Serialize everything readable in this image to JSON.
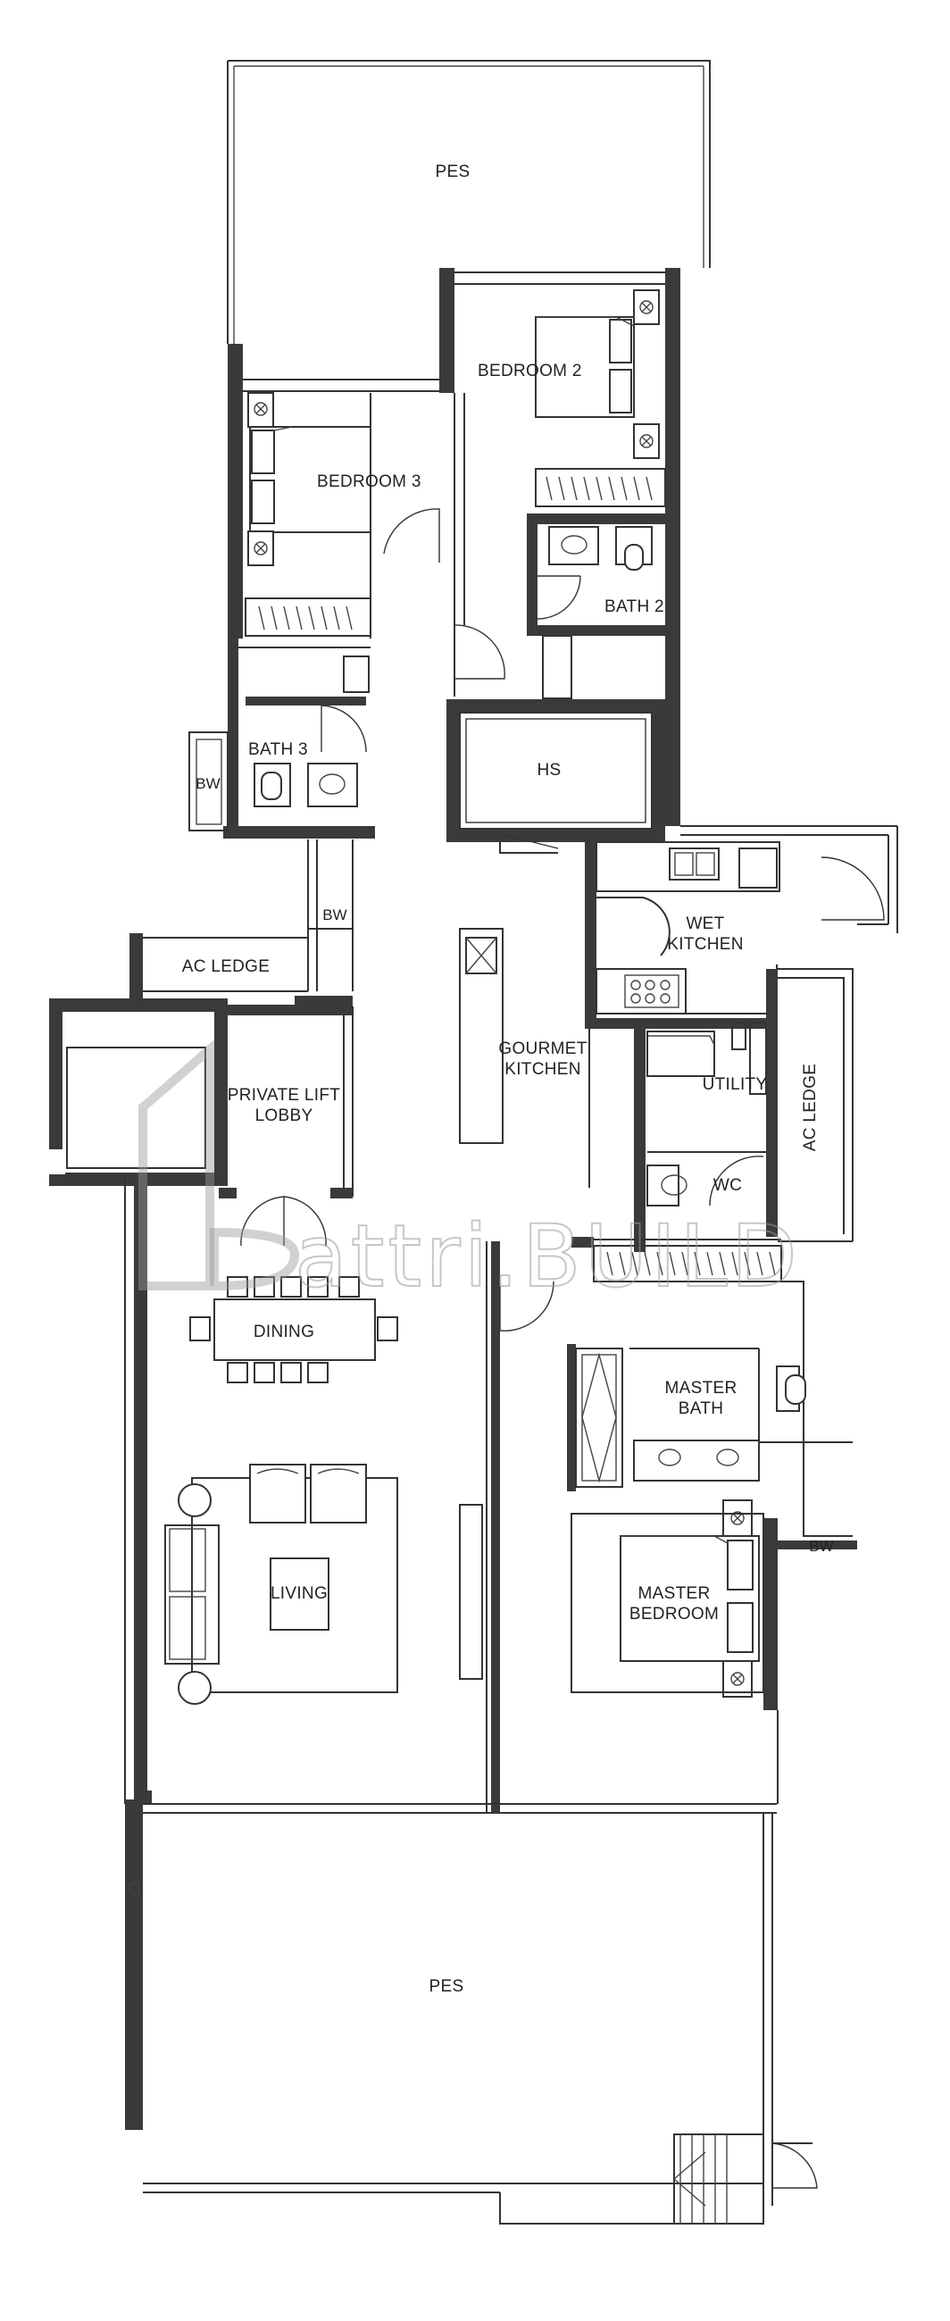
{
  "rooms": {
    "pes_top": "PES",
    "bedroom_2": "BEDROOM 2",
    "bedroom_3": "BEDROOM 3",
    "bath_2": "BATH 2",
    "bath_3": "BATH 3",
    "bw_left": "BW",
    "hs": "HS",
    "bw_corridor": "BW",
    "ac_ledge_left": "AC LEDGE",
    "wet_kitchen_1": "WET",
    "wet_kitchen_2": "KITCHEN",
    "private_lift_1": "PRIVATE LIFT",
    "private_lift_2": "LOBBY",
    "gourmet_1": "GOURMET",
    "gourmet_2": "KITCHEN",
    "utility": "UTILITY",
    "ac_ledge_right": "AC LEDGE",
    "wc": "WC",
    "dining": "DINING",
    "master_bath_1": "MASTER",
    "master_bath_2": "BATH",
    "living": "LIVING",
    "bw_right": "BW",
    "master_bed_1": "MASTER",
    "master_bed_2": "BEDROOM",
    "pes_bottom": "PES"
  },
  "watermark": {
    "text": "attri.BUILD",
    "logo_icon": "house-outline-icon"
  },
  "colors": {
    "wall": "#3a3a3a",
    "line": "#333333",
    "background": "#ffffff",
    "watermark": "#9a9a9a"
  }
}
